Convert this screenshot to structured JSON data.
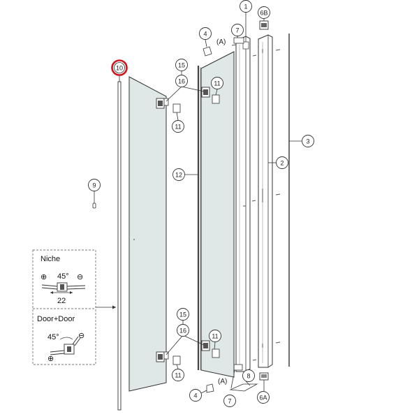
{
  "callouts": {
    "c1": "1",
    "c6b": "6B",
    "c4a": "4",
    "c7a": "7",
    "c15a": "15",
    "c16a": "16",
    "c11a": "11",
    "c11b": "11",
    "c10": "10",
    "c9": "9",
    "c12": "12",
    "c2": "2",
    "c3": "3",
    "c15b": "15",
    "c16b": "16",
    "c11c": "11",
    "c11d": "11",
    "c8": "8",
    "c4b": "4",
    "c7b": "7",
    "c6a": "6A"
  },
  "labels": {
    "a_top": "(A)",
    "a_bottom": "(A)"
  },
  "inset": {
    "niche_title": "Niche",
    "niche_plus": "⊕",
    "niche_angle": "45°",
    "niche_minus": "⊖",
    "niche_dim": "22",
    "door_title": "Door+Door",
    "door_angle": "45°",
    "door_minus": "⊖",
    "door_plus": "⊕"
  },
  "colors": {
    "line": "#333333",
    "glass": "#dfe8e6",
    "highlight": "#d0141c"
  }
}
